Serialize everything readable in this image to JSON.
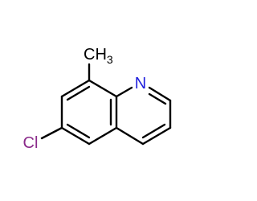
{
  "molecule": {
    "atoms": {
      "methyl": {
        "main": "CH",
        "sub": "3"
      },
      "nitrogen": "N",
      "chlorine": "Cl"
    },
    "colors": {
      "bond": "#000000",
      "nitrogen": "#1f1fdd",
      "chlorine": "#8a2a8a",
      "carbon": "#000000"
    }
  }
}
